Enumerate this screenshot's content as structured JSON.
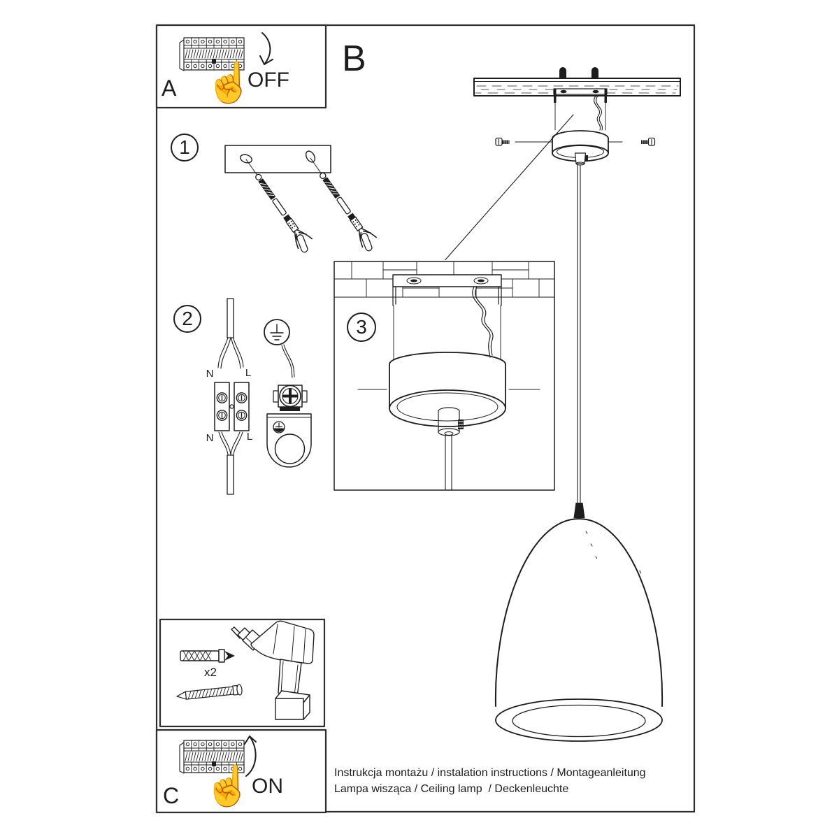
{
  "sheet": {
    "panel_a": {
      "label": "A",
      "switch_state": "OFF"
    },
    "main_view_label": "B",
    "steps": {
      "one": "1",
      "two": "2",
      "three": "3"
    },
    "wiring": {
      "n_top": "N",
      "l_top": "L",
      "n_bottom": "N",
      "l_bottom": "L"
    },
    "tools": {
      "anchor_quantity": "x2"
    },
    "panel_c": {
      "label": "C",
      "switch_state": "ON"
    },
    "footer": {
      "line1": "Instrukcja montażu / instalation instructions / Montageanleitung",
      "line2": "Lampa wisząca / Ceiling lamp  / Deckenleuchte"
    },
    "icons": {
      "pointing_hand": "☝"
    },
    "colors": {
      "ink": "#1d1d1d",
      "paper": "#ffffff"
    }
  }
}
